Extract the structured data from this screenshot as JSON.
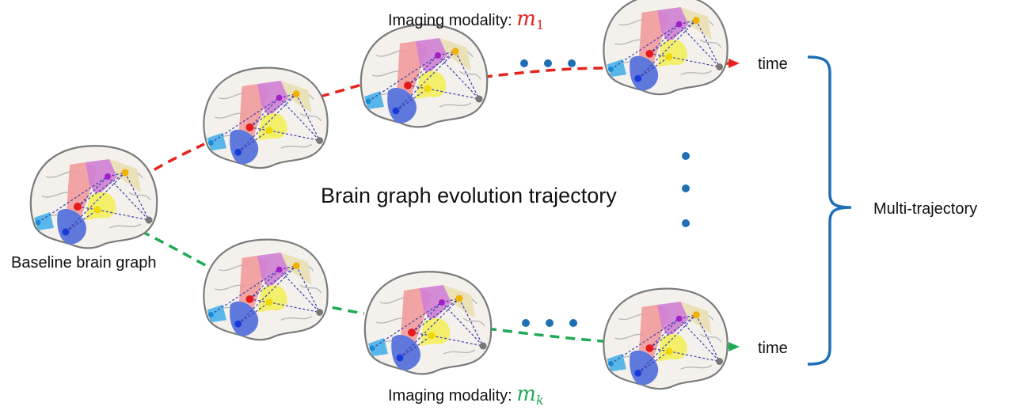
{
  "labels": {
    "top_modality_prefix": "Imaging modality: ",
    "top_modality_symbol": "m",
    "top_modality_subscript": "1",
    "bottom_modality_prefix": "Imaging modality: ",
    "bottom_modality_symbol": "m",
    "bottom_modality_subscript": "k",
    "center_title": "Brain graph evolution trajectory",
    "baseline": "Baseline brain graph",
    "time_top": "time",
    "time_bottom": "time",
    "multi_trajectory": "Multi-trajectory"
  },
  "colors": {
    "top_trajectory": "#e5221c",
    "bottom_trajectory": "#1faa55",
    "ellipsis_dots": "#1f6fb5",
    "brace": "#1f6fb5",
    "modality_1_symbol": "#e5221c",
    "modality_k_symbol": "#1faa55"
  },
  "icons": {
    "brain": "brain-graph-icon"
  }
}
